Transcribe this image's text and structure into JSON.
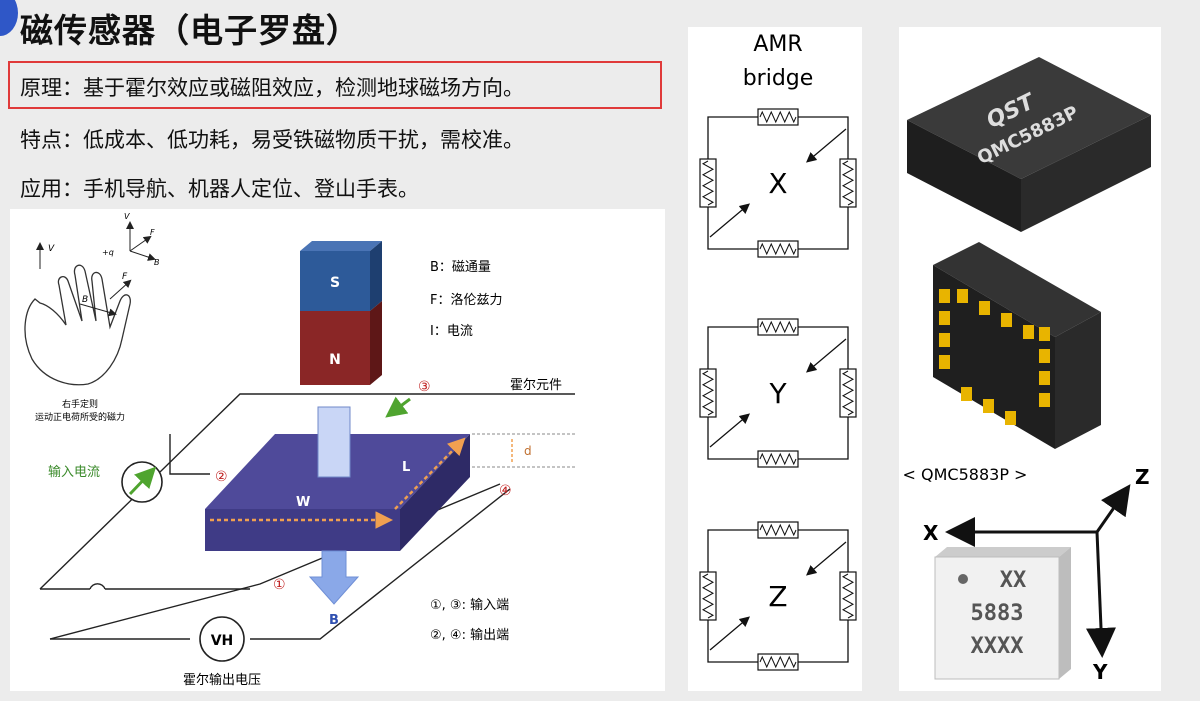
{
  "slide": {
    "title": "磁传感器（电子罗盘）",
    "principle": "原理：基于霍尔效应或磁阻效应，检测地球磁场方向。",
    "features": "特点：低成本、低功耗，易受铁磁物质干扰，需校准。",
    "applications": "应用：手机导航、机器人定位、登山手表。"
  },
  "colors": {
    "title_badge": "#2f57c7",
    "highlight_border": "#e03a3a",
    "hall_plate": "#3f3b86",
    "magnet_s": "#2d5a99",
    "magnet_n": "#8a2626",
    "arrow_green": "#4fa42f",
    "field_arrow": "#8aa8e8",
    "chip_dark": "#2e2e2e",
    "pad_gold": "#e8b400"
  },
  "hall": {
    "hand_caption_1": "右手定则",
    "hand_caption_2": "运动正电荷所受的磁力",
    "hand_labels": {
      "v": "V",
      "f": "F",
      "b": "B",
      "q": "+q"
    },
    "legend": {
      "b": "B：磁通量",
      "f": "F：洛伦兹力",
      "i": "I：电流"
    },
    "magnet_s": "S",
    "magnet_n": "N",
    "element_label": "霍尔元件",
    "input_current": "输入电流",
    "dims": {
      "w": "W",
      "l": "L",
      "d": "d"
    },
    "terminals": {
      "t1": "①",
      "t2": "②",
      "t3": "③",
      "t4": "④"
    },
    "field_label": "B",
    "input_terminals": "①, ③:  输入端",
    "output_terminals": "②, ④:  输出端",
    "voltmeter": "VH",
    "output_voltage": "霍尔输出电压"
  },
  "amr": {
    "title_line1": "AMR",
    "title_line2": "bridge",
    "axes": [
      "X",
      "Y",
      "Z"
    ]
  },
  "chip": {
    "logo": "QST",
    "model": "QMC5883P",
    "caption": "< QMC5883P >",
    "marking_line1": "XX",
    "marking_line2": "5883",
    "marking_line3": "XXXX",
    "axes": {
      "x": "X",
      "y": "Y",
      "z": "Z"
    }
  }
}
